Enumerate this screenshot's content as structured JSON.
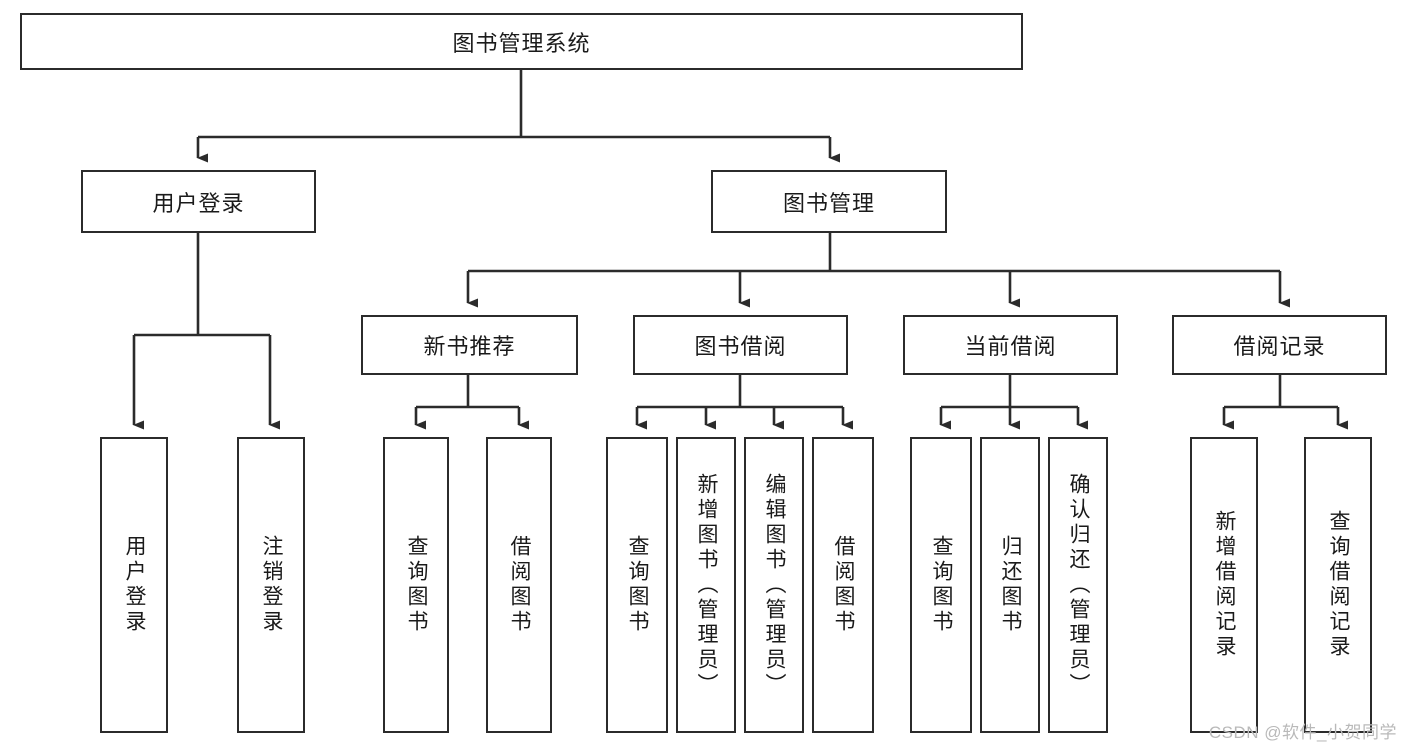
{
  "diagram": {
    "type": "tree-hierarchy",
    "title": "图书管理系统",
    "orientation": "top-down",
    "colors": {
      "box_border": "#2b2b2b",
      "box_fill": "#ffffff",
      "edge": "#2b2b2b",
      "text": "#1a1a1a",
      "watermark": "#b9b9b9",
      "canvas": "#ffffff"
    },
    "root": {
      "id": "root",
      "label": "图书管理系统",
      "orientation": "horizontal"
    },
    "level2": [
      {
        "id": "user-login",
        "label": "用户登录",
        "orientation": "horizontal"
      },
      {
        "id": "book-manage",
        "label": "图书管理",
        "orientation": "horizontal"
      }
    ],
    "level3": [
      {
        "id": "new-book-recommend",
        "label": "新书推荐",
        "orientation": "horizontal",
        "parent": "book-manage"
      },
      {
        "id": "book-borrow",
        "label": "图书借阅",
        "orientation": "horizontal",
        "parent": "book-manage"
      },
      {
        "id": "current-borrow",
        "label": "当前借阅",
        "orientation": "horizontal",
        "parent": "book-manage"
      },
      {
        "id": "borrow-record",
        "label": "借阅记录",
        "orientation": "horizontal",
        "parent": "book-manage"
      }
    ],
    "leaves": [
      {
        "id": "leaf-user-login",
        "label": "用户登录",
        "orientation": "vertical",
        "parent": "user-login"
      },
      {
        "id": "leaf-user-logout",
        "label": "注销登录",
        "orientation": "vertical",
        "parent": "user-login"
      },
      {
        "id": "leaf-query-book-1",
        "label": "查询图书",
        "orientation": "vertical",
        "parent": "new-book-recommend"
      },
      {
        "id": "leaf-borrow-book-1",
        "label": "借阅图书",
        "orientation": "vertical",
        "parent": "new-book-recommend"
      },
      {
        "id": "leaf-query-book-2",
        "label": "查询图书",
        "orientation": "vertical",
        "parent": "book-borrow"
      },
      {
        "id": "leaf-add-book",
        "label": "新增图书（管理员）",
        "orientation": "vertical",
        "parent": "book-borrow"
      },
      {
        "id": "leaf-edit-book",
        "label": "编辑图书（管理员）",
        "orientation": "vertical",
        "parent": "book-borrow"
      },
      {
        "id": "leaf-borrow-book-2",
        "label": "借阅图书",
        "orientation": "vertical",
        "parent": "book-borrow"
      },
      {
        "id": "leaf-query-book-3",
        "label": "查询图书",
        "orientation": "vertical",
        "parent": "current-borrow"
      },
      {
        "id": "leaf-return-book",
        "label": "归还图书",
        "orientation": "vertical",
        "parent": "current-borrow"
      },
      {
        "id": "leaf-confirm-return",
        "label": "确认归还（管理员）",
        "orientation": "vertical",
        "parent": "current-borrow"
      },
      {
        "id": "leaf-add-record",
        "label": "新增借阅记录",
        "orientation": "vertical",
        "parent": "borrow-record"
      },
      {
        "id": "leaf-query-record",
        "label": "查询借阅记录",
        "orientation": "vertical",
        "parent": "borrow-record"
      }
    ]
  },
  "watermark": {
    "text": "CSDN @软件_小贺同学"
  }
}
